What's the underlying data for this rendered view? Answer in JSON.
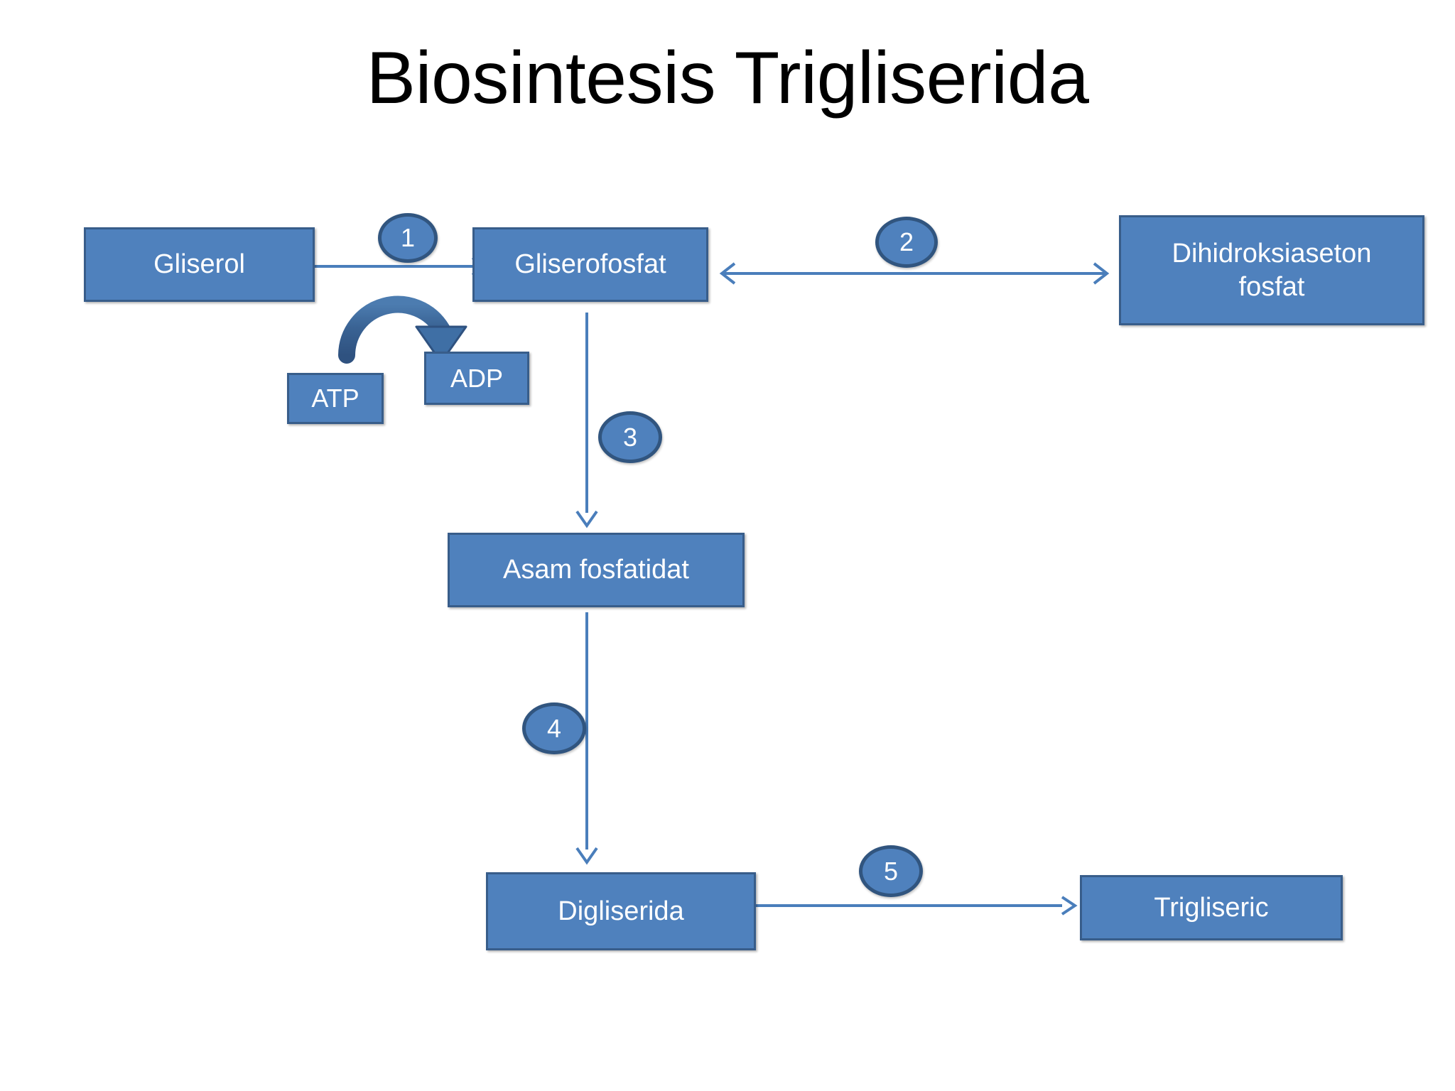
{
  "slide": {
    "title": "Biosintesis Trigliserida",
    "background_color": "#ffffff",
    "title_color": "#000000"
  },
  "theme": {
    "box_fill": "#4f81bd",
    "box_border": "#385d8a",
    "box_text": "#ffffff",
    "badge_fill": "#4f81bd",
    "badge_border": "#31557f",
    "connector_color": "#4a7ebb",
    "curved_arrow_color": "#35597f"
  },
  "nodes": {
    "gliserol": {
      "label": "Gliserol"
    },
    "gliserofosfat": {
      "label": "Gliserofosfat"
    },
    "dihidroksiaseton_fosfat": {
      "label": "Dihidroksiaseton\nfosfat"
    },
    "atp": {
      "label": "ATP"
    },
    "adp": {
      "label": "ADP"
    },
    "asam_fosfatidat": {
      "label": "Asam fosfatidat"
    },
    "digliserida": {
      "label": "Digliserida"
    },
    "trigliseric": {
      "label": "Trigliseric"
    }
  },
  "badges": {
    "step1": "1",
    "step2": "2",
    "step3": "3",
    "step4": "4",
    "step5": "5"
  },
  "connectors": {
    "gliserol_to_gliserofosfat": "arrow-right",
    "gliserofosfat_to_dhap": "double-headed-arrow",
    "atp_to_adp": "curved-arrow",
    "gliserofosfat_to_asam_fosfatidat": "arrow-down",
    "asam_fosfatidat_to_digliserida": "arrow-down",
    "digliserida_to_trigliseric": "arrow-right"
  }
}
